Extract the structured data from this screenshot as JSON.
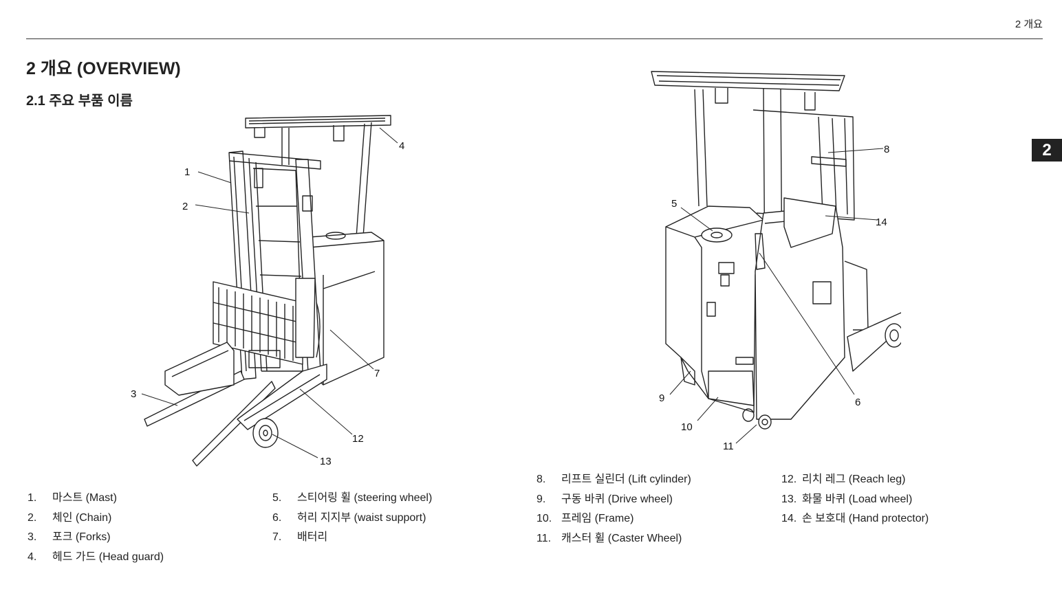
{
  "header": {
    "page_label": "2 개요"
  },
  "side_tab": "2",
  "title": "2 개요 (OVERVIEW)",
  "subtitle": "2.1 주요 부품 이름",
  "left_callouts": [
    "1",
    "2",
    "3",
    "4",
    "7",
    "12",
    "13"
  ],
  "right_callouts": [
    "5",
    "6",
    "8",
    "9",
    "10",
    "11",
    "14"
  ],
  "parts_col1": [
    {
      "num": "1.",
      "label": "마스트 (Mast)"
    },
    {
      "num": "2.",
      "label": "체인 (Chain)"
    },
    {
      "num": "3.",
      "label": "포크 (Forks)"
    },
    {
      "num": "4.",
      "label": "헤드 가드 (Head guard)"
    }
  ],
  "parts_col2": [
    {
      "num": "5.",
      "label": "스티어링 휠 (steering wheel)"
    },
    {
      "num": "6.",
      "label": "허리 지지부 (waist support)"
    },
    {
      "num": "7.",
      "label": "배터리"
    }
  ],
  "parts_col3": [
    {
      "num": "8.",
      "label": "리프트 실린더 (Lift cylinder)"
    },
    {
      "num": "9.",
      "label": "구동 바퀴 (Drive wheel)"
    },
    {
      "num": "10.",
      "label": "프레임 (Frame)"
    },
    {
      "num": "11.",
      "label": "캐스터 휠 (Caster Wheel)"
    }
  ],
  "parts_col4": [
    {
      "num": "12.",
      "label": "리치 레그 (Reach leg)"
    },
    {
      "num": "13.",
      "label": "화물 바퀴 (Load wheel)"
    },
    {
      "num": "14.",
      "label": "손 보호대 (Hand protector)"
    }
  ]
}
